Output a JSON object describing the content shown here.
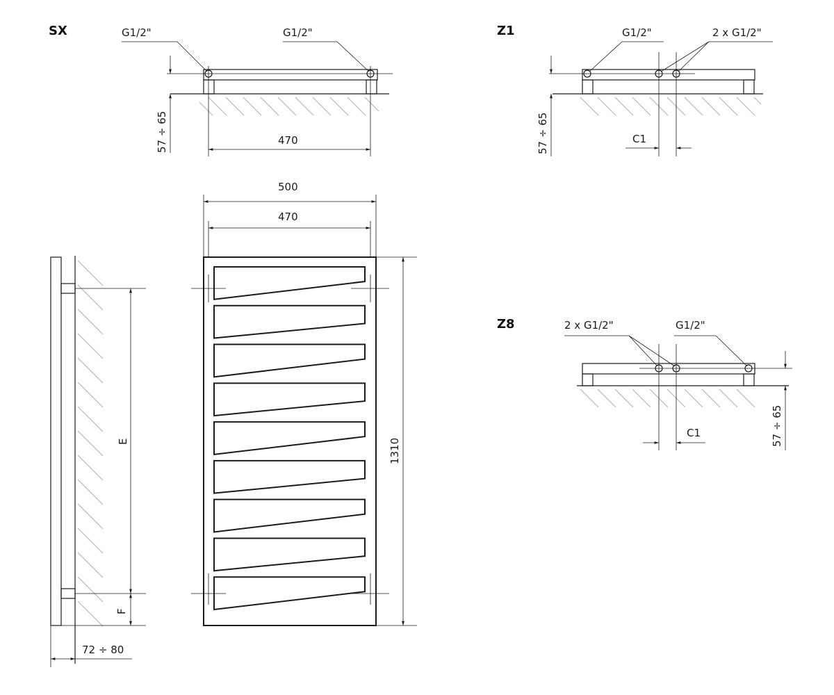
{
  "variants": {
    "sx": {
      "title": "SX",
      "conn_left": "G1/2\"",
      "conn_right": "G1/2\"",
      "height": "57 ÷ 65",
      "spacing": "470"
    },
    "z1": {
      "title": "Z1",
      "conn_single": "G1/2\"",
      "conn_double": "2 x G1/2\"",
      "height": "57 ÷ 65",
      "offset": "C1"
    },
    "z8": {
      "title": "Z8",
      "conn_double": "2 x G1/2\"",
      "conn_single": "G1/2\"",
      "height": "57 ÷ 65",
      "offset": "C1"
    }
  },
  "front_view": {
    "width_overall": "500",
    "width_axis": "470",
    "height": "1310",
    "panel_count": 9
  },
  "side_view": {
    "dim_e": "E",
    "dim_f": "F",
    "depth": "72 ÷ 80"
  }
}
